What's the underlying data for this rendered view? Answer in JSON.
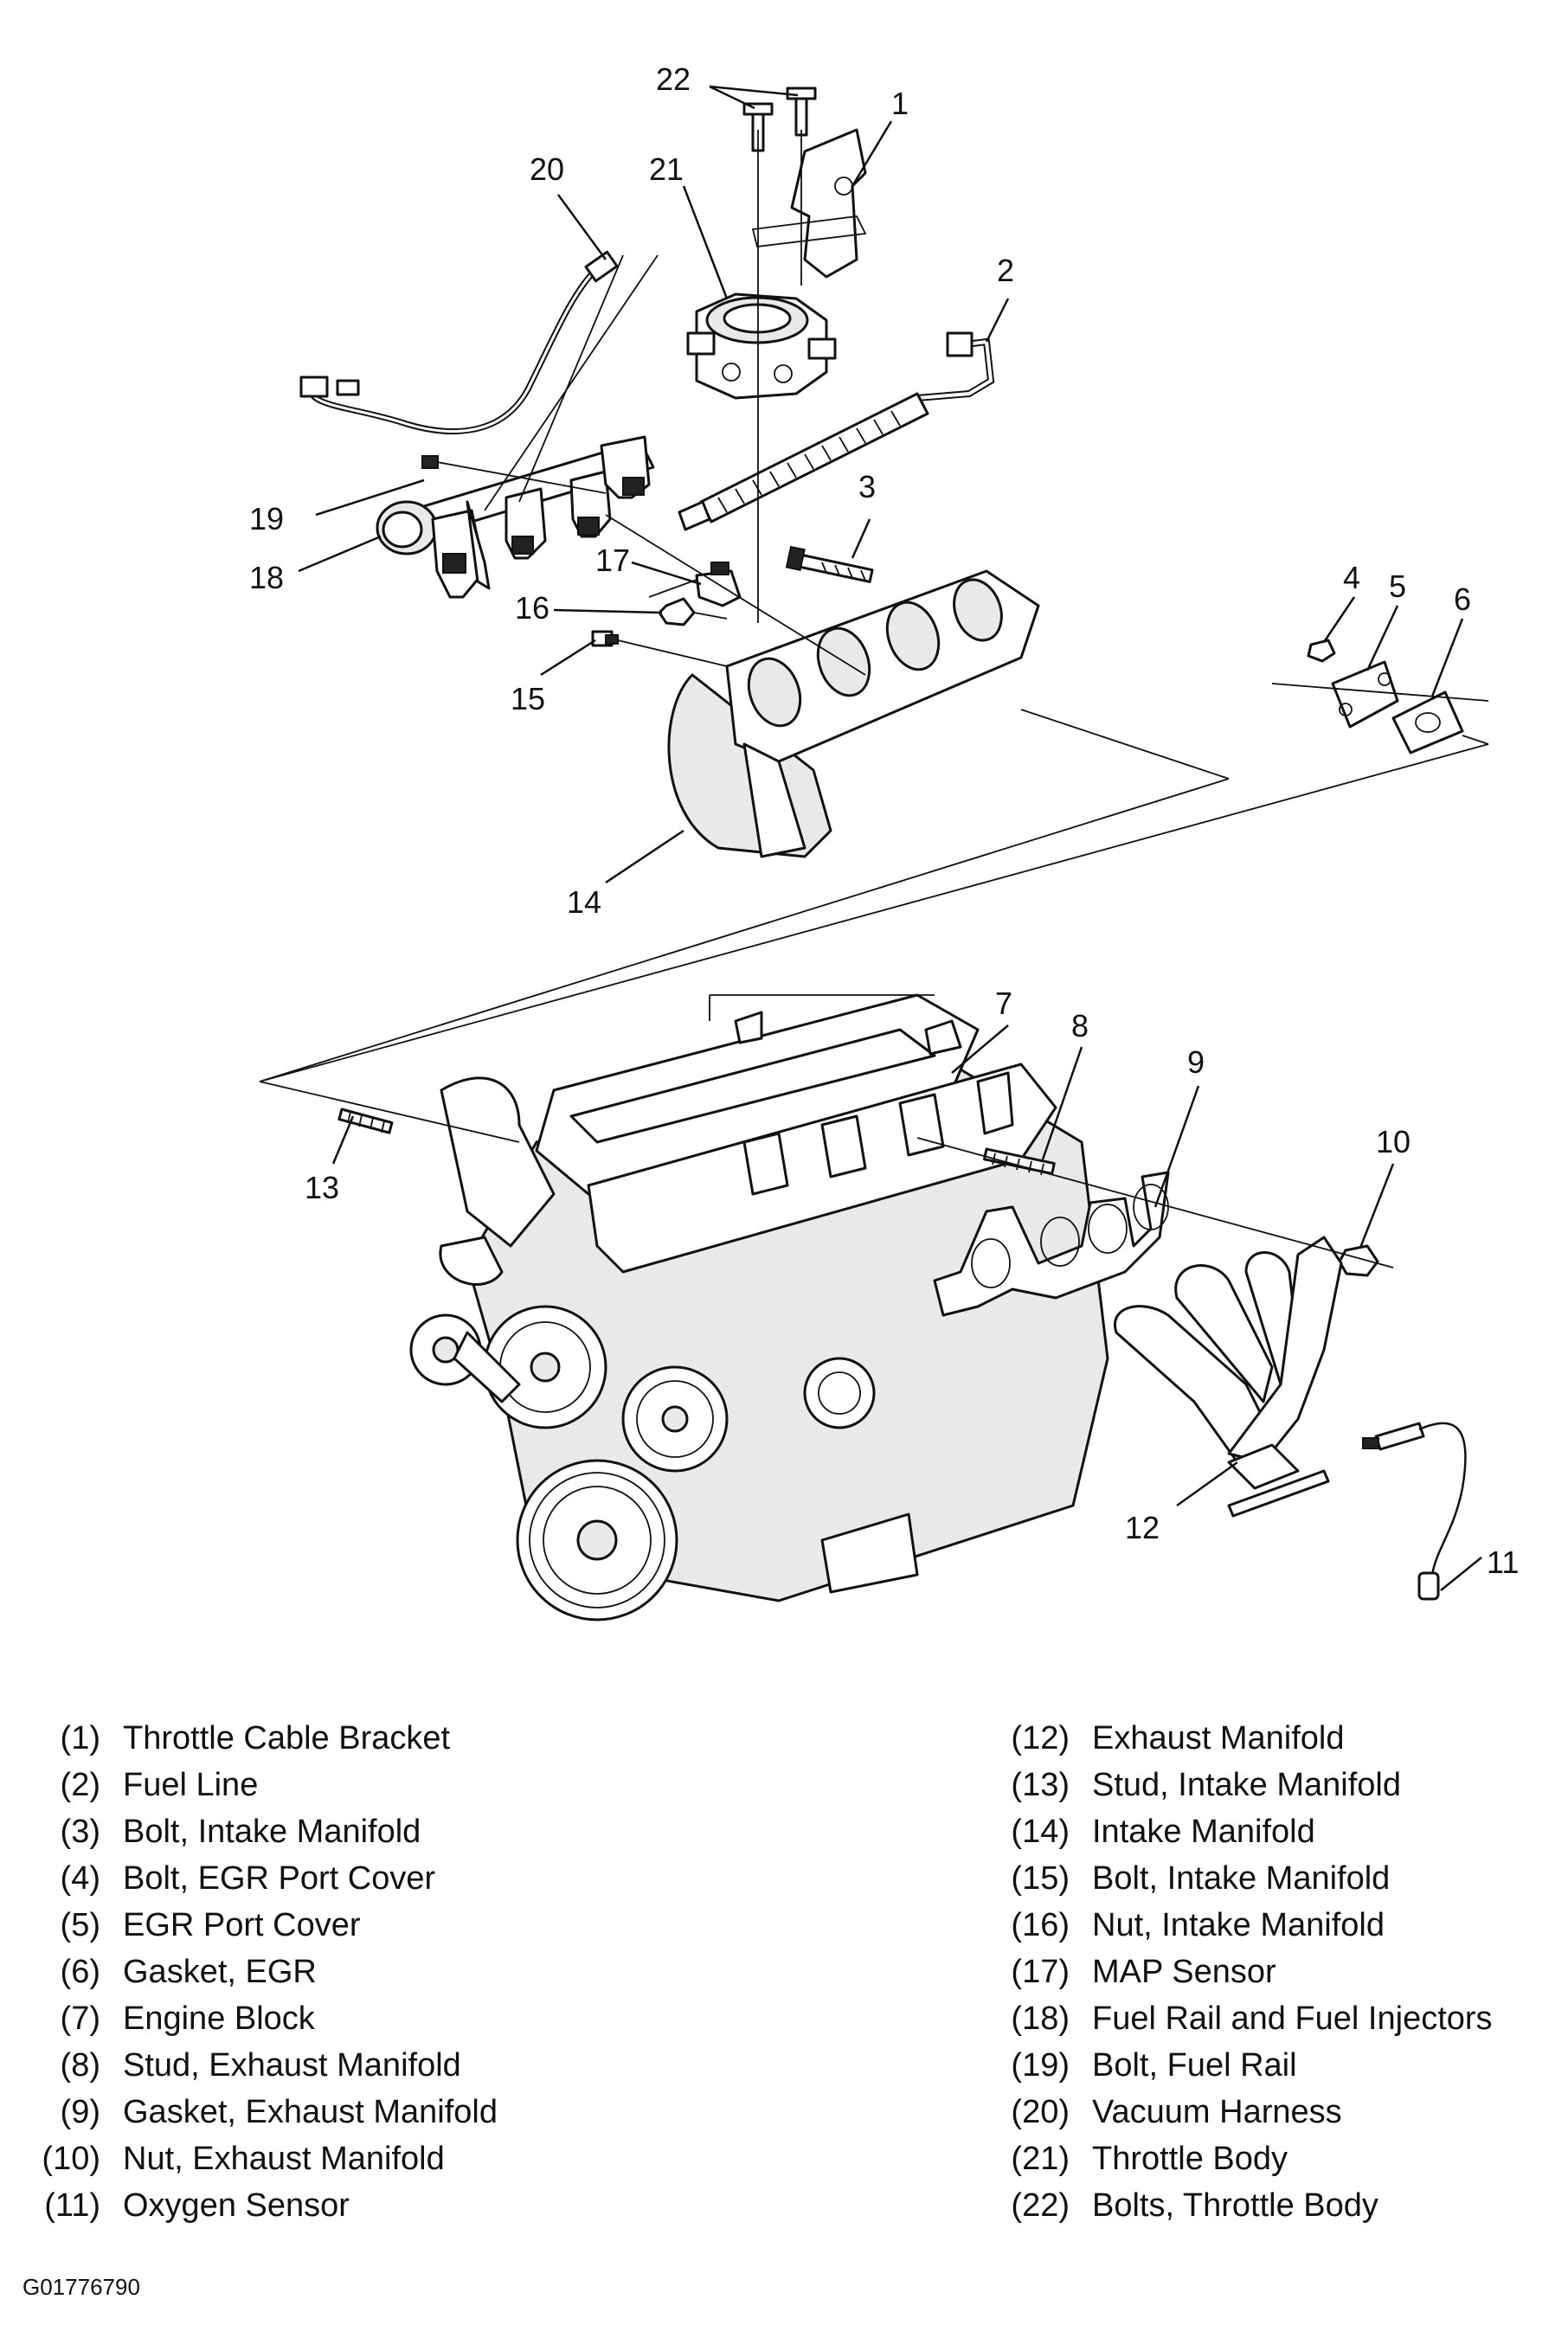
{
  "callouts": [
    "1",
    "2",
    "3",
    "4",
    "5",
    "6",
    "7",
    "8",
    "9",
    "10",
    "11",
    "12",
    "13",
    "14",
    "15",
    "16",
    "17",
    "18",
    "19",
    "20",
    "21",
    "22"
  ],
  "legend_left": [
    {
      "num": "(1)",
      "text": "Throttle Cable Bracket"
    },
    {
      "num": "(2)",
      "text": "Fuel Line"
    },
    {
      "num": "(3)",
      "text": "Bolt, Intake Manifold"
    },
    {
      "num": "(4)",
      "text": "Bolt, EGR Port Cover"
    },
    {
      "num": "(5)",
      "text": "EGR Port Cover"
    },
    {
      "num": "(6)",
      "text": "Gasket, EGR"
    },
    {
      "num": "(7)",
      "text": "Engine Block"
    },
    {
      "num": "(8)",
      "text": "Stud, Exhaust Manifold"
    },
    {
      "num": "(9)",
      "text": "Gasket, Exhaust Manifold"
    },
    {
      "num": "(10)",
      "text": "Nut, Exhaust Manifold"
    },
    {
      "num": "(11)",
      "text": "Oxygen Sensor"
    }
  ],
  "legend_right": [
    {
      "num": "(12)",
      "text": "Exhaust Manifold"
    },
    {
      "num": "(13)",
      "text": "Stud, Intake Manifold"
    },
    {
      "num": "(14)",
      "text": "Intake Manifold"
    },
    {
      "num": "(15)",
      "text": "Bolt, Intake Manifold"
    },
    {
      "num": "(16)",
      "text": "Nut, Intake Manifold"
    },
    {
      "num": "(17)",
      "text": "MAP Sensor"
    },
    {
      "num": "(18)",
      "text": "Fuel Rail and Fuel Injectors"
    },
    {
      "num": "(19)",
      "text": "Bolt, Fuel Rail"
    },
    {
      "num": "(20)",
      "text": "Vacuum Harness"
    },
    {
      "num": "(21)",
      "text": "Throttle Body"
    },
    {
      "num": "(22)",
      "text": "Bolts, Throttle Body"
    }
  ],
  "figure_id": "G01776790"
}
